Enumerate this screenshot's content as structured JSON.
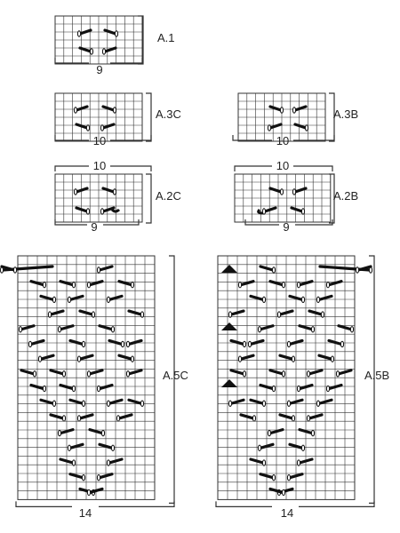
{
  "charts": [
    {
      "id": "a1",
      "label": "A.1",
      "bottom_count": "9"
    },
    {
      "id": "a3c",
      "label": "A.3C",
      "bottom_count": "10"
    },
    {
      "id": "a3b",
      "label": "A.3B",
      "bottom_count": "10"
    },
    {
      "id": "a2c",
      "label": "A.2C",
      "top_count": "10",
      "bottom_count": "9"
    },
    {
      "id": "a2b",
      "label": "A.2B",
      "top_count": "10",
      "bottom_count": "9"
    },
    {
      "id": "a5c",
      "label": "A.5C",
      "bottom_count": "14"
    },
    {
      "id": "a5b",
      "label": "A.5B",
      "bottom_count": "14"
    }
  ],
  "symbols": [
    "cable-stitch",
    "bobble-stitch",
    "decrease-triangle"
  ],
  "colors": {
    "grid": "#333333",
    "stitch": "#111111",
    "background": "#ffffff"
  }
}
